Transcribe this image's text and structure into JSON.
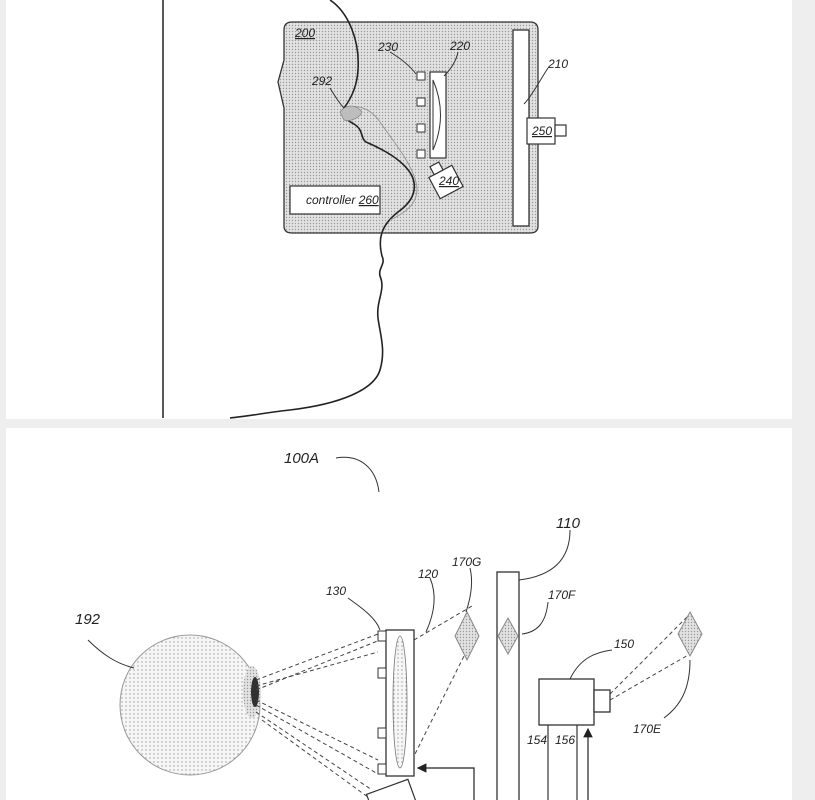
{
  "top_figure": {
    "labels": {
      "device": "200",
      "display": "210",
      "lens": "220",
      "emitters": "230",
      "camera": "240",
      "display_camera": "250",
      "controller_text": "controller",
      "controller_num": "260",
      "eye_region": "292"
    }
  },
  "bottom_figure": {
    "labels": {
      "system": "100A",
      "display_panel": "110",
      "lens": "120",
      "emitters": "130",
      "camera": "150",
      "signal_a": "154",
      "signal_b": "156",
      "object_e": "170E",
      "object_f": "170F",
      "object_g": "170G",
      "eye": "192"
    }
  }
}
